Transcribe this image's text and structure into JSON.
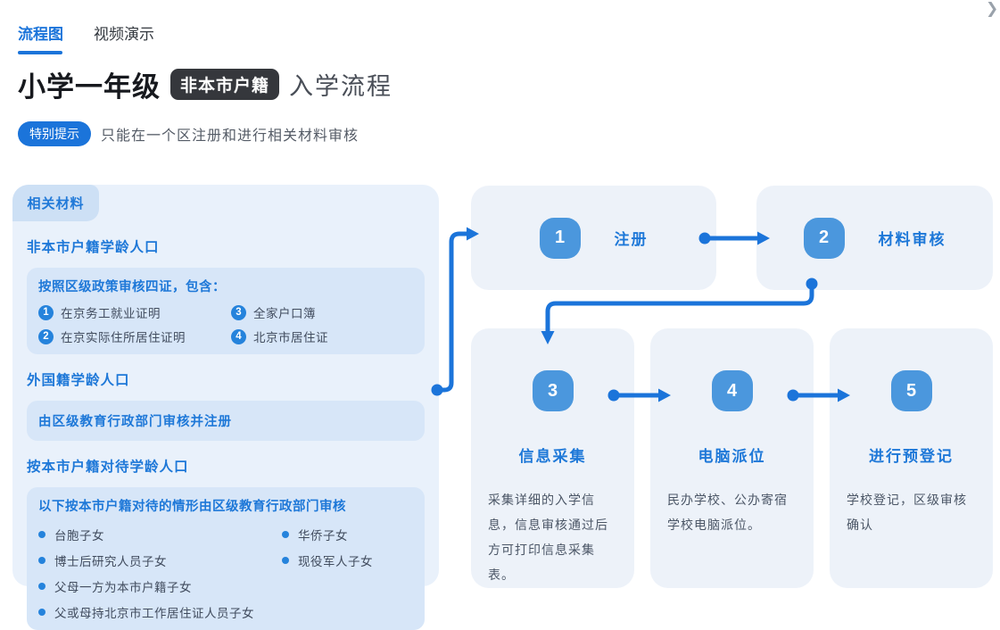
{
  "header": {
    "tabs": [
      {
        "label": "流程图"
      },
      {
        "label": "视频演示"
      }
    ],
    "title": {
      "main": "小学一年级",
      "badge": "非本市户籍",
      "suffix": "入学流程"
    },
    "notice": {
      "pill": "特别提示",
      "text": "只能在一个区注册和进行相关材料审核"
    },
    "icons": {
      "collapse": "❯"
    }
  },
  "materials_panel": {
    "tab_label": "相关材料",
    "section1": {
      "heading": "非本市户籍学龄人口",
      "box_title": "按照区级政策审核四证，包含：",
      "numbered_items": [
        {
          "num": "1",
          "text": "在京务工就业证明"
        },
        {
          "num": "3",
          "text": "全家户口簿"
        },
        {
          "num": "2",
          "text": "在京实际住所居住证明"
        },
        {
          "num": "4",
          "text": "北京市居住证"
        }
      ]
    },
    "section2": {
      "heading": "外国籍学龄人口",
      "box_text": "由区级教育行政部门审核并注册"
    },
    "section3": {
      "heading": "按本市户籍对待学龄人口",
      "box_title": "以下按本市户籍对待的情形由区级教育行政部门审核",
      "bullets_col1": [
        "台胞子女",
        "博士后研究人员子女",
        "父母一方为本市户籍子女",
        "父或母持北京市工作居住证人员子女"
      ],
      "bullets_col2": [
        "华侨子女",
        "现役军人子女"
      ]
    }
  },
  "flow": {
    "steps": [
      {
        "num": "1",
        "label": "注册",
        "description": ""
      },
      {
        "num": "2",
        "label": "材料审核",
        "description": ""
      },
      {
        "num": "3",
        "label": "信息采集",
        "description": "采集详细的入学信息，信息审核通过后方可打印信息采集表。"
      },
      {
        "num": "4",
        "label": "电脑派位",
        "description": "民办学校、公办寄宿学校电脑派位。"
      },
      {
        "num": "5",
        "label": "进行预登记",
        "description": "学校登记，区级审核确认"
      }
    ]
  },
  "colors": {
    "primary_blue": "#1b74da",
    "step_badge_blue": "#4b97dd",
    "panel_bg": "#e9f1fb",
    "panel_box_bg": "#d7e6f8",
    "panel_tab_bg": "#cde0f5",
    "card_bg": "#edf2f9",
    "title_badge_bg": "#35373c"
  }
}
